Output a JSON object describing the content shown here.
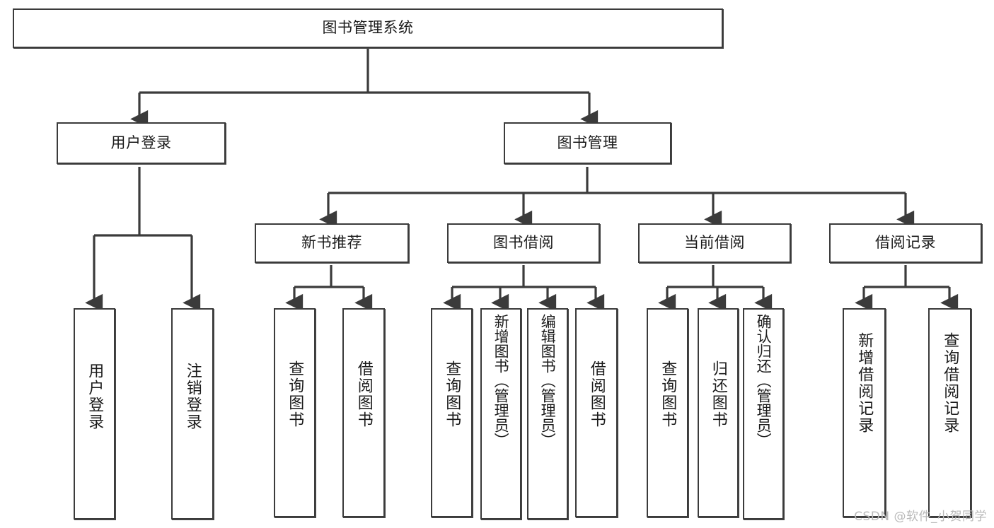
{
  "diagram": {
    "title": "图书管理系统",
    "watermark": "CSDN @软件_小贺同学",
    "accent_color": "#3b3b3b",
    "background_color": "#ffffff",
    "nodes": {
      "root": "图书管理系统",
      "user_login": "用户登录",
      "book_manage": "图书管理",
      "new_book_rec": "新书推荐",
      "book_borrow": "图书借阅",
      "current_borrow": "当前借阅",
      "borrow_record": "借阅记录",
      "leaf_user_login": "用户登录",
      "leaf_logout": "注销登录",
      "leaf_query_book_1": "查询图书",
      "leaf_borrow_book_1": "借阅图书",
      "leaf_query_book_2": "查询图书",
      "leaf_add_book_admin": "新增图书（管理员）",
      "leaf_edit_book_admin": "编辑图书（管理员）",
      "leaf_borrow_book_2": "借阅图书",
      "leaf_query_book_3": "查询图书",
      "leaf_return_book": "归还图书",
      "leaf_confirm_return_admin": "确认归还（管理员）",
      "leaf_add_record": "新增借阅记录",
      "leaf_query_record": "查询借阅记录"
    }
  }
}
